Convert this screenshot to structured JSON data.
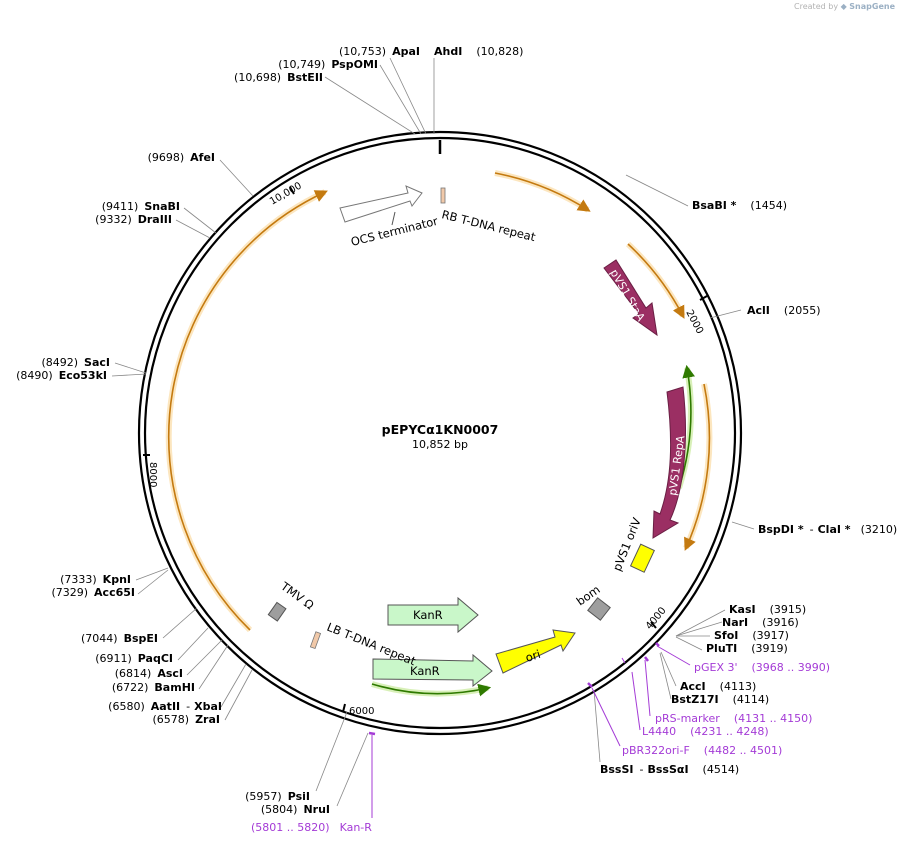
{
  "credit": {
    "prefix": "Created by",
    "brand": "SnapGene"
  },
  "plasmid": {
    "name": "pEPYCα1KN0007",
    "length_label": "10,852 bp"
  },
  "ticks": [
    "2000",
    "4000",
    "6000",
    "8000",
    "10,000"
  ],
  "sites": [
    {
      "name": "AhdI",
      "pos": "(10,828)"
    },
    {
      "name": "ApaI",
      "pos": "(10,753)"
    },
    {
      "name": "PspOMI",
      "pos": "(10,749)"
    },
    {
      "name": "BstEII",
      "pos": "(10,698)"
    },
    {
      "name": "AfeI",
      "pos": "(9698)"
    },
    {
      "name": "SnaBI",
      "pos": "(9411)"
    },
    {
      "name": "DraIII",
      "pos": "(9332)"
    },
    {
      "name": "SacI",
      "pos": "(8492)"
    },
    {
      "name": "Eco53kI",
      "pos": "(8490)"
    },
    {
      "name": "KpnI",
      "pos": "(7333)"
    },
    {
      "name": "Acc65I",
      "pos": "(7329)"
    },
    {
      "name": "BspEI",
      "pos": "(7044)"
    },
    {
      "name": "PaqCI",
      "pos": "(6911)"
    },
    {
      "name": "AscI",
      "pos": "(6814)"
    },
    {
      "name": "BamHI",
      "pos": "(6722)"
    },
    {
      "name": "AatII",
      "name2": "XbaI",
      "pos": "(6580)"
    },
    {
      "name": "ZraI",
      "pos": "(6578)"
    },
    {
      "name": "PsiI",
      "pos": "(5957)"
    },
    {
      "name": "NruI",
      "pos": "(5804)"
    },
    {
      "name": "BsaBI *",
      "pos": "(1454)"
    },
    {
      "name": "AclI",
      "pos": "(2055)"
    },
    {
      "name": "BspDI *",
      "name2": "ClaI *",
      "pos": "(3210)"
    },
    {
      "name": "KasI",
      "pos": "(3915)"
    },
    {
      "name": "NarI",
      "pos": "(3916)"
    },
    {
      "name": "SfoI",
      "pos": "(3917)"
    },
    {
      "name": "PluTI",
      "pos": "(3919)"
    },
    {
      "name": "AccI",
      "pos": "(4113)"
    },
    {
      "name": "BstZ17I",
      "pos": "(4114)"
    },
    {
      "name": "BssSI",
      "name2": "BssSαI",
      "pos": "(4514)"
    }
  ],
  "primers": [
    {
      "name": "pGEX 3'",
      "range": "(3968 .. 3990)"
    },
    {
      "name": "pRS-marker",
      "range": "(4131 .. 4150)"
    },
    {
      "name": "L4440",
      "range": "(4231 .. 4248)"
    },
    {
      "name": "pBR322ori-F",
      "range": "(4482 .. 4501)"
    },
    {
      "name": "Kan-R",
      "range": "(5801 .. 5820)"
    }
  ],
  "features": [
    {
      "name": "RB T-DNA repeat",
      "color": "#f1c9a9"
    },
    {
      "name": "OCS terminator",
      "color": "#ffffff"
    },
    {
      "name": "pVS1 StaA",
      "color": "#9b2f63"
    },
    {
      "name": "pVS1 RepA",
      "color": "#9b2f63"
    },
    {
      "name": "pVS1 oriV",
      "color": "#ffff00"
    },
    {
      "name": "bom",
      "color": "#9e9e9e"
    },
    {
      "name": "ori",
      "color": "#ffff00"
    },
    {
      "name": "KanR",
      "color": "#c9f7c9"
    },
    {
      "name": "KanR",
      "color": "#c9f7c9"
    },
    {
      "name": "LB T-DNA repeat",
      "color": "#f1c9a9"
    },
    {
      "name": "TMV Ω",
      "color": "#9e9e9e"
    }
  ],
  "colors": {
    "orf": "#e8a33d",
    "orf_glow": "#fce6bf",
    "green_orf": "#4e9a06",
    "primer": "#a43bd6",
    "backbone": "#000000"
  }
}
